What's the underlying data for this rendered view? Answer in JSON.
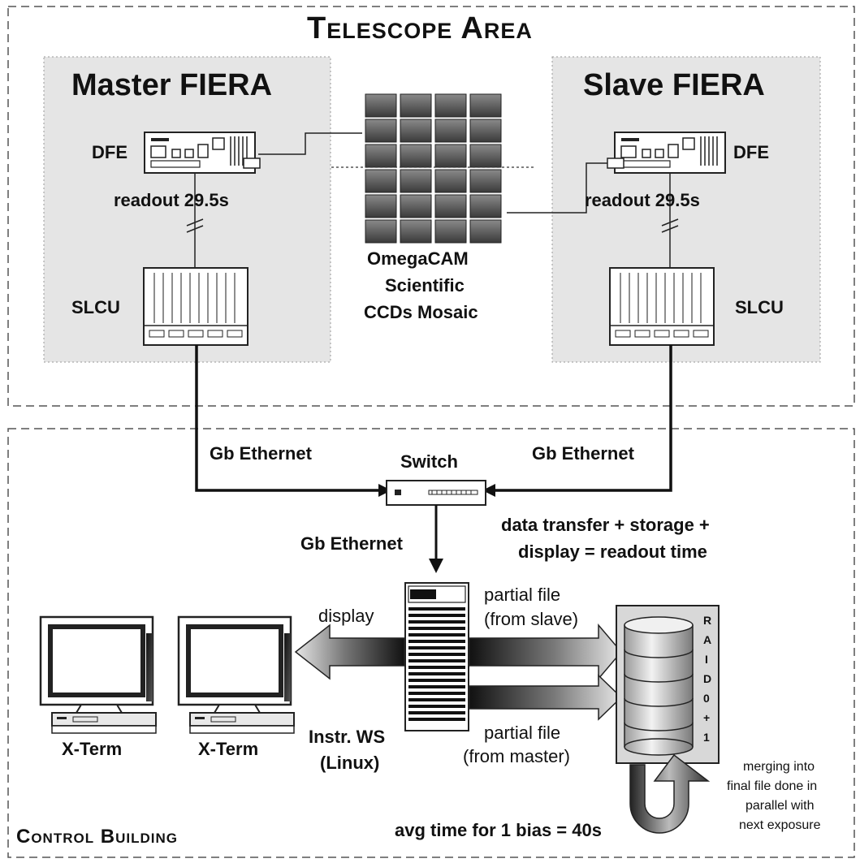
{
  "telescope_area": {
    "title": "Telescope Area",
    "master": {
      "title": "Master FIERA",
      "dfe_label": "DFE",
      "readout_label": "readout 29.5s",
      "slcu_label": "SLCU"
    },
    "slave": {
      "title": "Slave FIERA",
      "dfe_label": "DFE",
      "readout_label": "readout 29.5s",
      "slcu_label": "SLCU"
    },
    "mosaic_caption": [
      "OmegaCAM",
      "Scientific",
      "CCDs Mosaic"
    ]
  },
  "control_building": {
    "title": "Control Building",
    "ethernet_left": "Gb Ethernet",
    "ethernet_right": "Gb Ethernet",
    "switch_label": "Switch",
    "ethernet_down": "Gb Ethernet",
    "transfer_note": [
      "data transfer + storage +",
      "display = readout time"
    ],
    "display_label": "display",
    "partial_slave": [
      "partial file",
      "(from slave)"
    ],
    "partial_master": [
      "partial file",
      "(from master)"
    ],
    "raid_letters": [
      "R",
      "A",
      "I",
      "D",
      "0",
      "+",
      "1"
    ],
    "xterm_1": "X-Term",
    "xterm_2": "X-Term",
    "ws_label": [
      "Instr. WS",
      "(Linux)"
    ],
    "bias_note": "avg time for 1 bias = 40s",
    "merge_note": [
      "merging into",
      "final file done in",
      "parallel with",
      "next exposure"
    ]
  }
}
